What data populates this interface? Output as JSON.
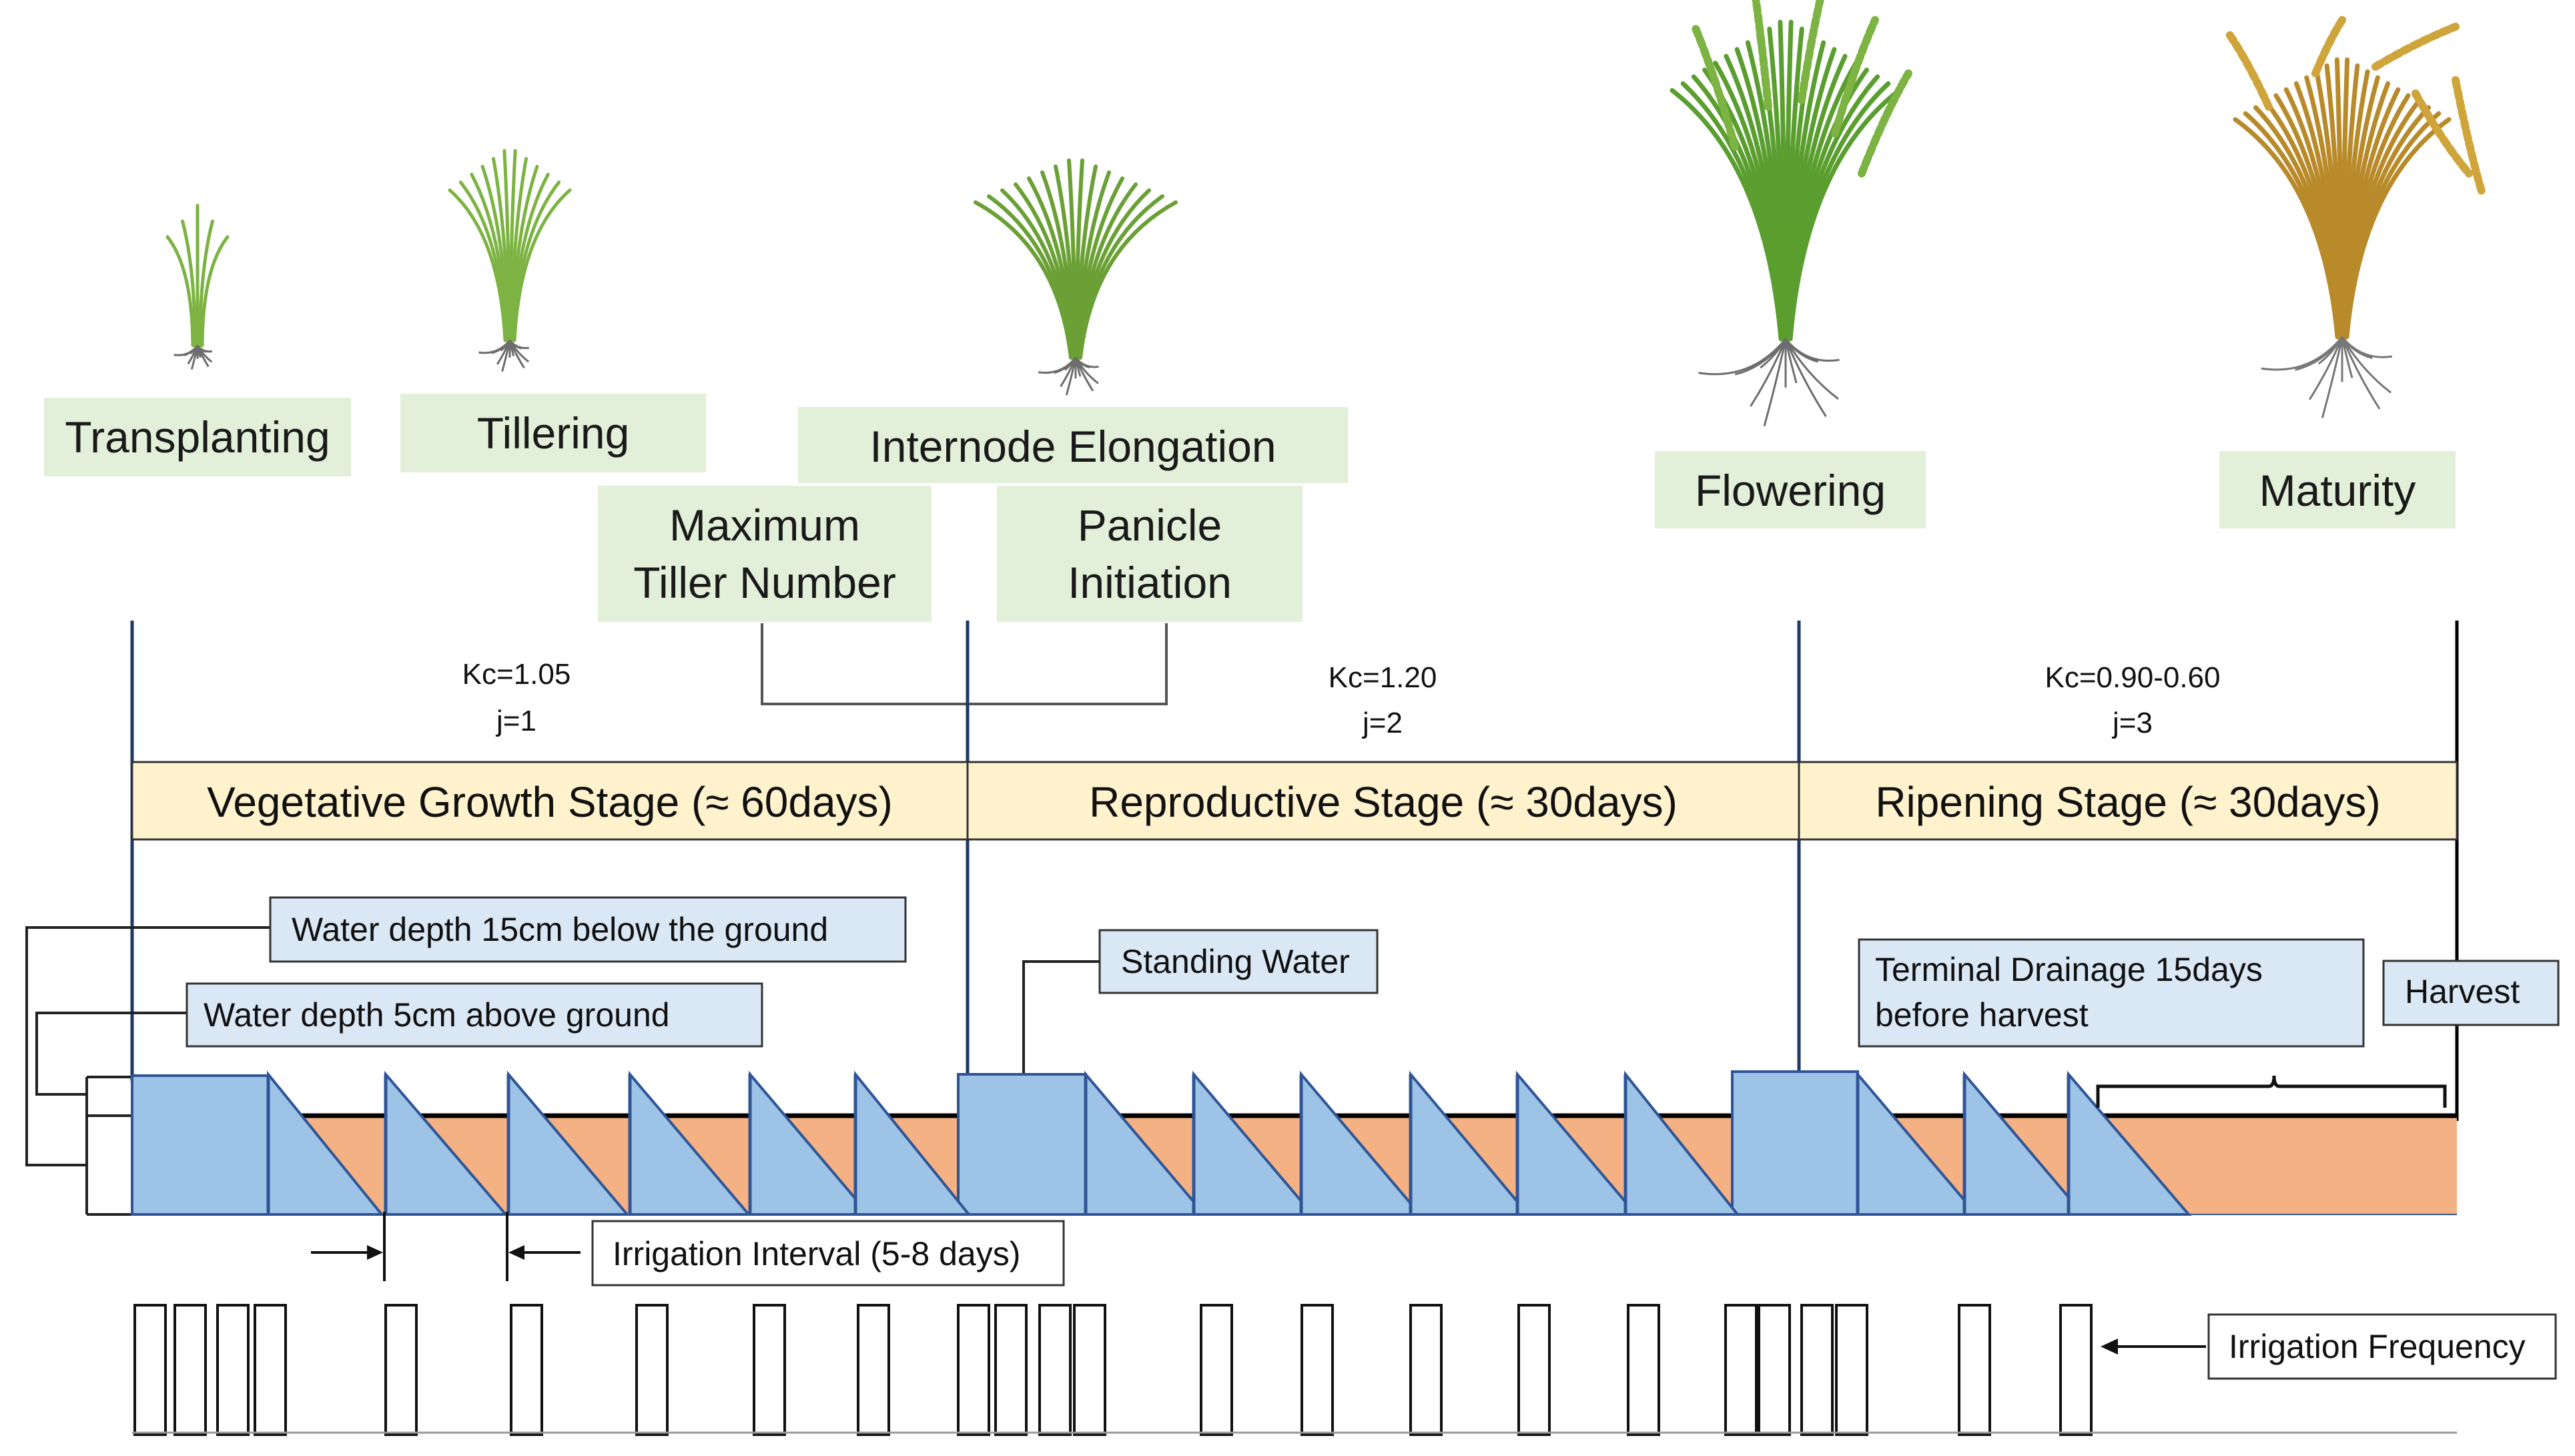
{
  "stages": [
    {
      "name": "Transplanting"
    },
    {
      "name": "Tillering"
    },
    {
      "name": "Internode Elongation"
    },
    {
      "name": "Maximum Tiller Number",
      "line1": "Maximum",
      "line2": "Tiller Number"
    },
    {
      "name": "Panicle Initiation",
      "line1": "Panicle",
      "line2": "Initiation"
    },
    {
      "name": "Flowering"
    },
    {
      "name": "Maturity"
    }
  ],
  "coefficients": [
    {
      "kc": "Kc=1.05",
      "j": "j=1"
    },
    {
      "kc": "Kc=1.20",
      "j": "j=2"
    },
    {
      "kc": "Kc=0.90-0.60",
      "j": "j=3"
    }
  ],
  "phases": [
    {
      "label": "Vegetative Growth Stage (≈ 60days)"
    },
    {
      "label": "Reproductive Stage (≈ 30days)"
    },
    {
      "label": "Ripening Stage (≈ 30days)"
    }
  ],
  "callouts": {
    "water_below": "Water depth 15cm below the ground",
    "water_above": "Water depth 5cm above ground",
    "standing_water": "Standing Water",
    "terminal_drainage_1": "Terminal Drainage 15days",
    "terminal_drainage_2": "before harvest",
    "harvest": "Harvest",
    "irrigation_interval": "Irrigation Interval (5-8 days)",
    "irrigation_frequency": "Irrigation Frequency"
  },
  "colors": {
    "label_box": "#e2efd9",
    "phase_bar": "#fff2cc",
    "callout_box": "#dae7f5",
    "water": "#9dc3e6",
    "water_stroke": "#2f5597",
    "soil": "#f4b183"
  }
}
